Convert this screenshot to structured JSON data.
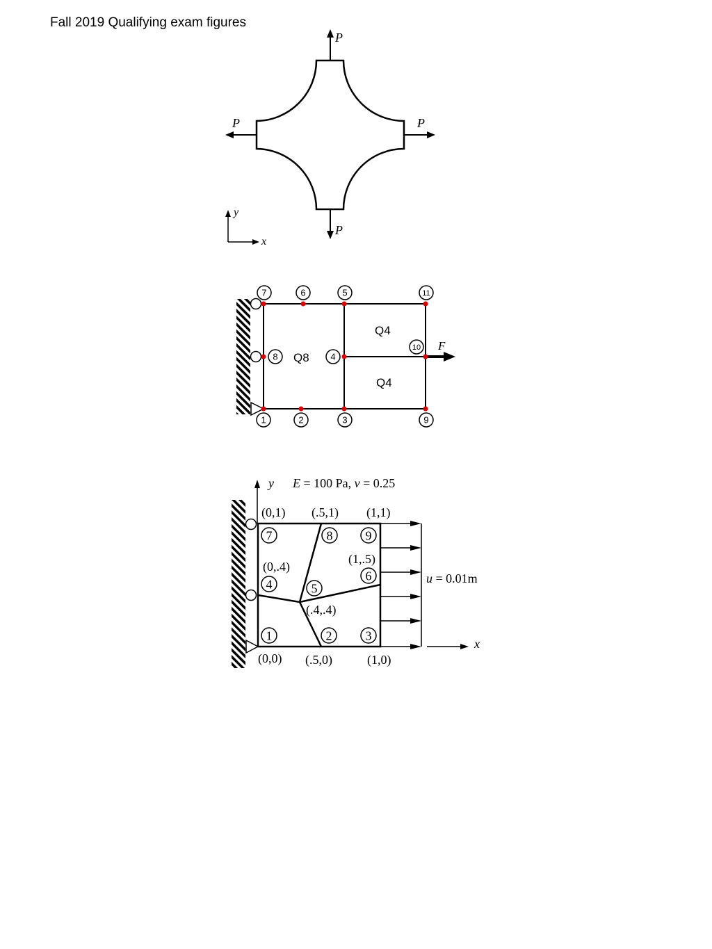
{
  "page_title": "Fall 2019 Qualifying exam figures",
  "figure1": {
    "load_labels": {
      "top": "P",
      "left": "P",
      "right": "P",
      "bottom": "P"
    },
    "axis_labels": {
      "y": "y",
      "x": "x"
    }
  },
  "figure2": {
    "node_labels": [
      "1",
      "2",
      "3",
      "4",
      "5",
      "6",
      "7",
      "8",
      "9",
      "10",
      "11"
    ],
    "element_labels": {
      "q8": "Q8",
      "q4_top": "Q4",
      "q4_bottom": "Q4"
    },
    "force_label": "F",
    "node_color": "#e00000"
  },
  "figure3": {
    "material": {
      "E_symbol": "E",
      "E_value": " = 100 Pa, ",
      "nu_symbol": "ν",
      "nu_value": " = 0.25"
    },
    "axis_labels": {
      "y": "y",
      "x": "x"
    },
    "node_labels": [
      "1",
      "2",
      "3",
      "4",
      "5",
      "6",
      "7",
      "8",
      "9"
    ],
    "coordinates": {
      "n1": "(0,0)",
      "n2": "(.5,0)",
      "n3": "(1,0)",
      "n4": "(0,.4)",
      "n5": "(.4,.4)",
      "n6": "(1,.5)",
      "n7": "(0,1)",
      "n8": "(.5,1)",
      "n9": "(1,1)"
    },
    "displacement": {
      "symbol": "u",
      "value": " = 0.01m"
    }
  }
}
